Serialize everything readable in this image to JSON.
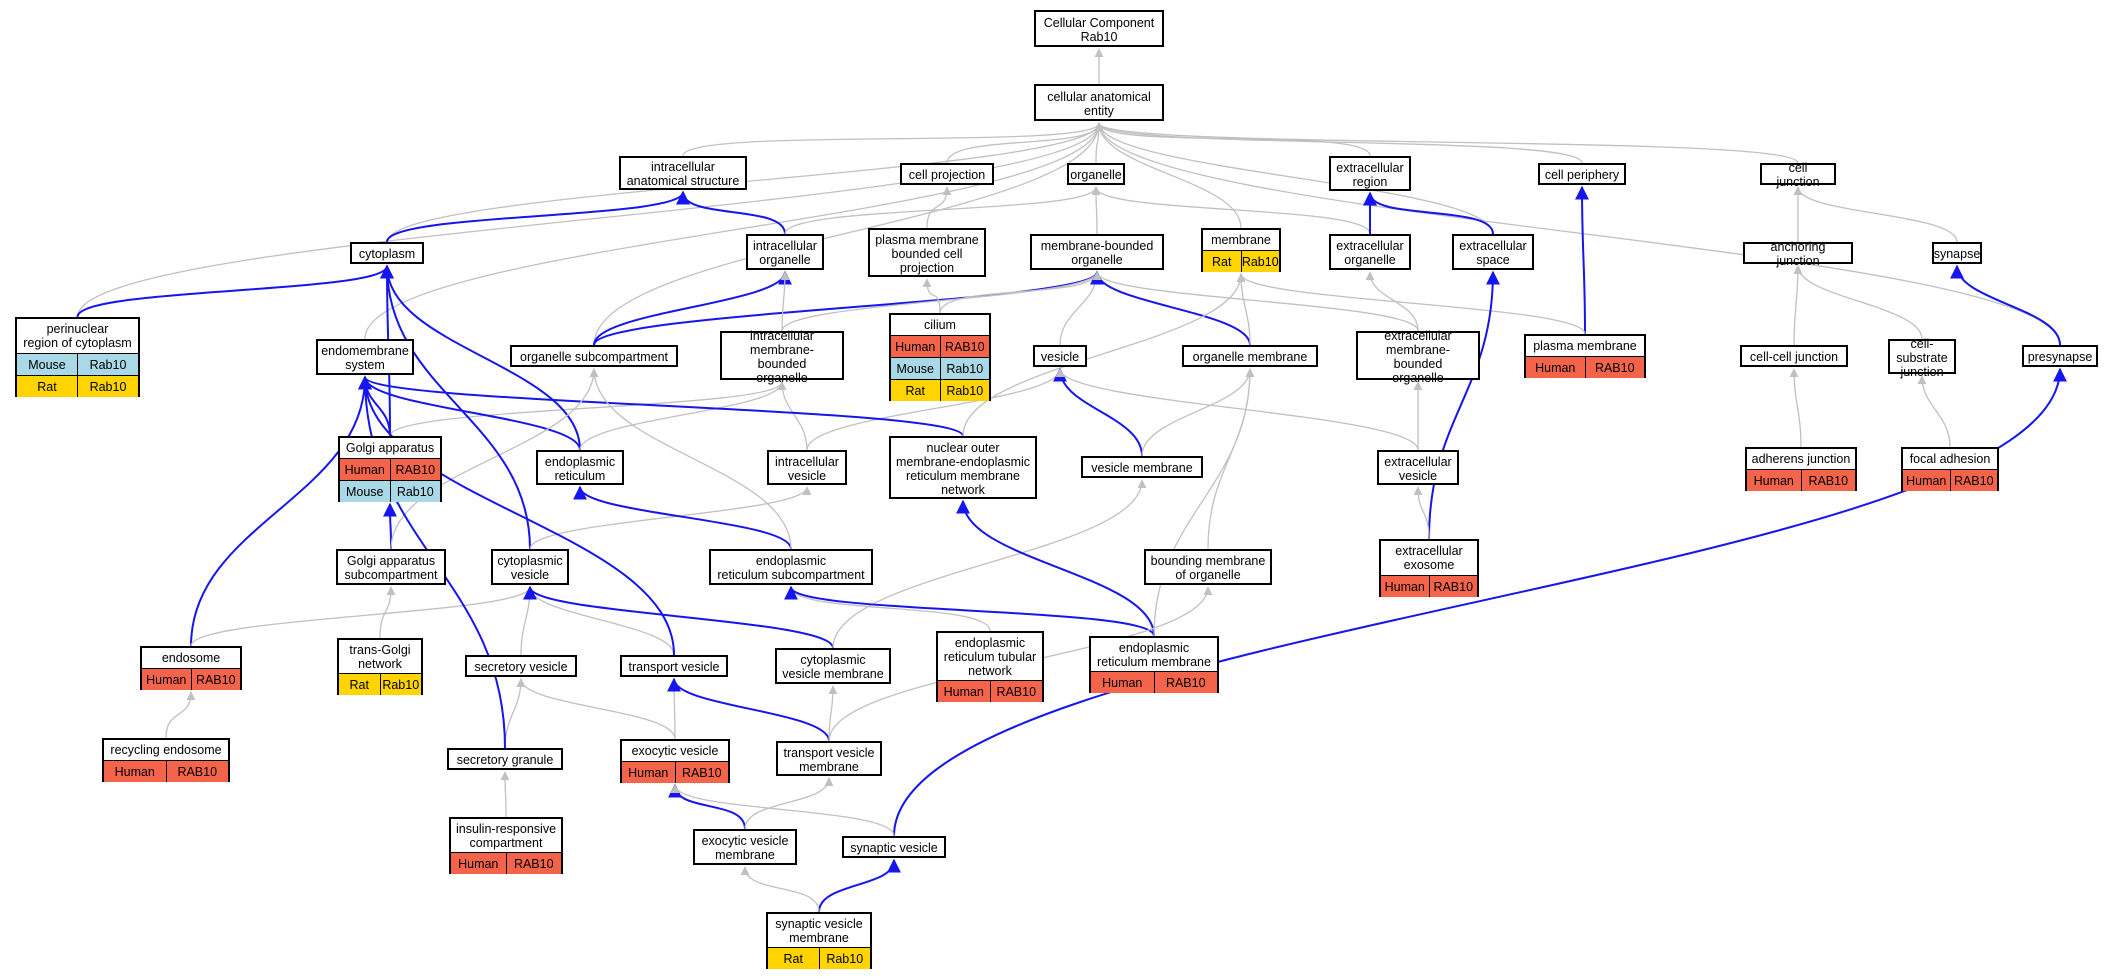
{
  "colors": {
    "human": "#f4644a",
    "mouse": "#a9d8e6",
    "rat": "#ffd400",
    "is_a_edge": "#c0c0c0",
    "part_of_edge": "#1515ee"
  },
  "nodes": [
    {
      "id": "root",
      "label": "Cellular Component\nRab10"
    },
    {
      "id": "cae",
      "label": "cellular anatomical\nentity"
    },
    {
      "id": "ias",
      "label": "intracellular\nanatomical structure"
    },
    {
      "id": "cellproj",
      "label": "cell projection"
    },
    {
      "id": "organelle",
      "label": "organelle"
    },
    {
      "id": "extreg",
      "label": "extracellular\nregion"
    },
    {
      "id": "cellper",
      "label": "cell periphery"
    },
    {
      "id": "celljunc",
      "label": "cell junction"
    },
    {
      "id": "cytoplasm",
      "label": "cytoplasm"
    },
    {
      "id": "intorg",
      "label": "intracellular\norganelle"
    },
    {
      "id": "pmbcp",
      "label": "plasma membrane\nbounded cell\nprojection"
    },
    {
      "id": "mbo",
      "label": "membrane-bounded\norganelle"
    },
    {
      "id": "membrane",
      "label": "membrane",
      "rows": [
        [
          "Rat",
          "Rab10"
        ]
      ]
    },
    {
      "id": "extorg",
      "label": "extracellular\norganelle"
    },
    {
      "id": "extspace",
      "label": "extracellular\nspace"
    },
    {
      "id": "anchjunc",
      "label": "anchoring junction"
    },
    {
      "id": "synapse",
      "label": "synapse"
    },
    {
      "id": "perinuc",
      "label": "perinuclear\nregion of cytoplasm",
      "rows": [
        [
          "Mouse",
          "Rab10"
        ],
        [
          "Rat",
          "Rab10"
        ]
      ]
    },
    {
      "id": "endosys",
      "label": "endomembrane\nsystem"
    },
    {
      "id": "orgsub",
      "label": "organelle subcompartment"
    },
    {
      "id": "imbo",
      "label": "intracellular\nmembrane-bounded\norganelle"
    },
    {
      "id": "cilium",
      "label": "cilium",
      "rows": [
        [
          "Human",
          "RAB10"
        ],
        [
          "Mouse",
          "Rab10"
        ],
        [
          "Rat",
          "Rab10"
        ]
      ]
    },
    {
      "id": "vesicle",
      "label": "vesicle"
    },
    {
      "id": "orgmem",
      "label": "organelle membrane"
    },
    {
      "id": "embo",
      "label": "extracellular\nmembrane-bounded\norganelle"
    },
    {
      "id": "plasmamem",
      "label": "plasma membrane",
      "rows": [
        [
          "Human",
          "RAB10"
        ]
      ]
    },
    {
      "id": "ccjunc",
      "label": "cell-cell junction"
    },
    {
      "id": "csjunc",
      "label": "cell-substrate\njunction"
    },
    {
      "id": "presyn",
      "label": "presynapse"
    },
    {
      "id": "golgi",
      "label": "Golgi apparatus",
      "rows": [
        [
          "Human",
          "RAB10"
        ],
        [
          "Mouse",
          "Rab10"
        ]
      ]
    },
    {
      "id": "er",
      "label": "endoplasmic\nreticulum"
    },
    {
      "id": "intves",
      "label": "intracellular\nvesicle"
    },
    {
      "id": "nomer",
      "label": "nuclear outer\nmembrane-endoplasmic\nreticulum membrane\nnetwork"
    },
    {
      "id": "vesmem",
      "label": "vesicle membrane"
    },
    {
      "id": "extves",
      "label": "extracellular\nvesicle"
    },
    {
      "id": "adhjunc",
      "label": "adherens junction",
      "rows": [
        [
          "Human",
          "RAB10"
        ]
      ]
    },
    {
      "id": "focadh",
      "label": "focal adhesion",
      "rows": [
        [
          "Human",
          "RAB10"
        ]
      ]
    },
    {
      "id": "golgisub",
      "label": "Golgi apparatus\nsubcompartment"
    },
    {
      "id": "cytves",
      "label": "cytoplasmic\nvesicle"
    },
    {
      "id": "ersub",
      "label": "endoplasmic\nreticulum subcompartment"
    },
    {
      "id": "bmo",
      "label": "bounding membrane\nof organelle"
    },
    {
      "id": "exosome",
      "label": "extracellular\nexosome",
      "rows": [
        [
          "Human",
          "RAB10"
        ]
      ]
    },
    {
      "id": "endosome",
      "label": "endosome",
      "rows": [
        [
          "Human",
          "RAB10"
        ]
      ]
    },
    {
      "id": "tgn",
      "label": "trans-Golgi\nnetwork",
      "rows": [
        [
          "Rat",
          "Rab10"
        ]
      ]
    },
    {
      "id": "secves",
      "label": "secretory vesicle"
    },
    {
      "id": "transves",
      "label": "transport vesicle"
    },
    {
      "id": "cvm",
      "label": "cytoplasmic\nvesicle membrane"
    },
    {
      "id": "ertub",
      "label": "endoplasmic\nreticulum tubular\nnetwork",
      "rows": [
        [
          "Human",
          "RAB10"
        ]
      ]
    },
    {
      "id": "ermem",
      "label": "endoplasmic\nreticulum membrane",
      "rows": [
        [
          "Human",
          "RAB10"
        ]
      ]
    },
    {
      "id": "recendo",
      "label": "recycling endosome",
      "rows": [
        [
          "Human",
          "RAB10"
        ]
      ]
    },
    {
      "id": "secgran",
      "label": "secretory granule"
    },
    {
      "id": "exoves",
      "label": "exocytic vesicle",
      "rows": [
        [
          "Human",
          "RAB10"
        ]
      ]
    },
    {
      "id": "tvm",
      "label": "transport vesicle\nmembrane"
    },
    {
      "id": "irc",
      "label": "insulin-responsive\ncompartment",
      "rows": [
        [
          "Human",
          "RAB10"
        ]
      ]
    },
    {
      "id": "evm",
      "label": "exocytic vesicle\nmembrane"
    },
    {
      "id": "synves",
      "label": "synaptic vesicle"
    },
    {
      "id": "svm",
      "label": "synaptic vesicle\nmembrane",
      "rows": [
        [
          "Rat",
          "Rab10"
        ]
      ]
    }
  ],
  "edges": [
    {
      "from": "cae",
      "to": "root",
      "kind": "is_a"
    },
    {
      "from": "ias",
      "to": "cae",
      "kind": "is_a"
    },
    {
      "from": "cellproj",
      "to": "cae",
      "kind": "is_a"
    },
    {
      "from": "organelle",
      "to": "cae",
      "kind": "is_a"
    },
    {
      "from": "extreg",
      "to": "cae",
      "kind": "is_a"
    },
    {
      "from": "cellper",
      "to": "cae",
      "kind": "is_a"
    },
    {
      "from": "celljunc",
      "to": "cae",
      "kind": "is_a"
    },
    {
      "from": "cytoplasm",
      "to": "cae",
      "kind": "is_a"
    },
    {
      "from": "membrane",
      "to": "cae",
      "kind": "is_a"
    },
    {
      "from": "extspace",
      "to": "cae",
      "kind": "is_a"
    },
    {
      "from": "perinuc",
      "to": "cae",
      "kind": "is_a"
    },
    {
      "from": "endosys",
      "to": "cae",
      "kind": "is_a"
    },
    {
      "from": "orgsub",
      "to": "cae",
      "kind": "is_a"
    },
    {
      "from": "presyn",
      "to": "cae",
      "kind": "is_a"
    },
    {
      "from": "cytoplasm",
      "to": "ias",
      "kind": "part_of"
    },
    {
      "from": "intorg",
      "to": "ias",
      "kind": "part_of"
    },
    {
      "from": "intorg",
      "to": "organelle",
      "kind": "is_a"
    },
    {
      "from": "pmbcp",
      "to": "cellproj",
      "kind": "is_a"
    },
    {
      "from": "mbo",
      "to": "organelle",
      "kind": "is_a"
    },
    {
      "from": "extorg",
      "to": "organelle",
      "kind": "is_a"
    },
    {
      "from": "extorg",
      "to": "extreg",
      "kind": "part_of"
    },
    {
      "from": "extspace",
      "to": "extreg",
      "kind": "part_of"
    },
    {
      "from": "plasmamem",
      "to": "cellper",
      "kind": "part_of"
    },
    {
      "from": "anchjunc",
      "to": "celljunc",
      "kind": "is_a"
    },
    {
      "from": "synapse",
      "to": "celljunc",
      "kind": "is_a"
    },
    {
      "from": "perinuc",
      "to": "cytoplasm",
      "kind": "part_of"
    },
    {
      "from": "orgsub",
      "to": "intorg",
      "kind": "part_of"
    },
    {
      "from": "orgsub",
      "to": "mbo",
      "kind": "part_of"
    },
    {
      "from": "imbo",
      "to": "intorg",
      "kind": "is_a"
    },
    {
      "from": "imbo",
      "to": "mbo",
      "kind": "is_a"
    },
    {
      "from": "cilium",
      "to": "pmbcp",
      "kind": "is_a"
    },
    {
      "from": "cilium",
      "to": "mbo",
      "kind": "is_a"
    },
    {
      "from": "vesicle",
      "to": "mbo",
      "kind": "is_a"
    },
    {
      "from": "orgmem",
      "to": "mbo",
      "kind": "part_of"
    },
    {
      "from": "orgmem",
      "to": "membrane",
      "kind": "is_a"
    },
    {
      "from": "embo",
      "to": "extorg",
      "kind": "is_a"
    },
    {
      "from": "embo",
      "to": "mbo",
      "kind": "is_a"
    },
    {
      "from": "plasmamem",
      "to": "membrane",
      "kind": "is_a"
    },
    {
      "from": "ccjunc",
      "to": "anchjunc",
      "kind": "is_a"
    },
    {
      "from": "csjunc",
      "to": "anchjunc",
      "kind": "is_a"
    },
    {
      "from": "presyn",
      "to": "synapse",
      "kind": "part_of"
    },
    {
      "from": "golgi",
      "to": "cytoplasm",
      "kind": "part_of"
    },
    {
      "from": "golgi",
      "to": "endosys",
      "kind": "part_of"
    },
    {
      "from": "golgi",
      "to": "imbo",
      "kind": "is_a"
    },
    {
      "from": "er",
      "to": "cytoplasm",
      "kind": "part_of"
    },
    {
      "from": "er",
      "to": "endosys",
      "kind": "part_of"
    },
    {
      "from": "er",
      "to": "imbo",
      "kind": "is_a"
    },
    {
      "from": "intves",
      "to": "imbo",
      "kind": "is_a"
    },
    {
      "from": "intves",
      "to": "vesicle",
      "kind": "is_a"
    },
    {
      "from": "nomer",
      "to": "endosys",
      "kind": "part_of"
    },
    {
      "from": "nomer",
      "to": "membrane",
      "kind": "is_a"
    },
    {
      "from": "vesmem",
      "to": "vesicle",
      "kind": "part_of"
    },
    {
      "from": "vesmem",
      "to": "orgmem",
      "kind": "is_a"
    },
    {
      "from": "extves",
      "to": "embo",
      "kind": "is_a"
    },
    {
      "from": "extves",
      "to": "vesicle",
      "kind": "is_a"
    },
    {
      "from": "adhjunc",
      "to": "ccjunc",
      "kind": "is_a"
    },
    {
      "from": "focadh",
      "to": "csjunc",
      "kind": "is_a"
    },
    {
      "from": "golgisub",
      "to": "golgi",
      "kind": "part_of"
    },
    {
      "from": "golgisub",
      "to": "orgsub",
      "kind": "is_a"
    },
    {
      "from": "cytves",
      "to": "cytoplasm",
      "kind": "part_of"
    },
    {
      "from": "cytves",
      "to": "intves",
      "kind": "is_a"
    },
    {
      "from": "ersub",
      "to": "er",
      "kind": "part_of"
    },
    {
      "from": "ersub",
      "to": "orgsub",
      "kind": "is_a"
    },
    {
      "from": "bmo",
      "to": "orgmem",
      "kind": "is_a"
    },
    {
      "from": "exosome",
      "to": "extspace",
      "kind": "part_of"
    },
    {
      "from": "exosome",
      "to": "extves",
      "kind": "is_a"
    },
    {
      "from": "endosome",
      "to": "endosys",
      "kind": "part_of"
    },
    {
      "from": "endosome",
      "to": "cytves",
      "kind": "is_a"
    },
    {
      "from": "tgn",
      "to": "golgisub",
      "kind": "is_a"
    },
    {
      "from": "secves",
      "to": "cytves",
      "kind": "is_a"
    },
    {
      "from": "transves",
      "to": "cytves",
      "kind": "is_a"
    },
    {
      "from": "transves",
      "to": "endosys",
      "kind": "part_of"
    },
    {
      "from": "cvm",
      "to": "cytves",
      "kind": "part_of"
    },
    {
      "from": "cvm",
      "to": "vesmem",
      "kind": "is_a"
    },
    {
      "from": "ertub",
      "to": "ersub",
      "kind": "is_a"
    },
    {
      "from": "ermem",
      "to": "ersub",
      "kind": "part_of"
    },
    {
      "from": "ermem",
      "to": "nomer",
      "kind": "part_of"
    },
    {
      "from": "ermem",
      "to": "orgmem",
      "kind": "is_a"
    },
    {
      "from": "recendo",
      "to": "endosome",
      "kind": "is_a"
    },
    {
      "from": "secgran",
      "to": "secves",
      "kind": "is_a"
    },
    {
      "from": "secgran",
      "to": "endosys",
      "kind": "part_of"
    },
    {
      "from": "exoves",
      "to": "secves",
      "kind": "is_a"
    },
    {
      "from": "exoves",
      "to": "transves",
      "kind": "is_a"
    },
    {
      "from": "tvm",
      "to": "transves",
      "kind": "part_of"
    },
    {
      "from": "tvm",
      "to": "cvm",
      "kind": "is_a"
    },
    {
      "from": "tvm",
      "to": "bmo",
      "kind": "is_a"
    },
    {
      "from": "irc",
      "to": "secgran",
      "kind": "is_a"
    },
    {
      "from": "evm",
      "to": "exoves",
      "kind": "part_of"
    },
    {
      "from": "evm",
      "to": "tvm",
      "kind": "is_a"
    },
    {
      "from": "synves",
      "to": "presyn",
      "kind": "part_of"
    },
    {
      "from": "synves",
      "to": "exoves",
      "kind": "is_a"
    },
    {
      "from": "svm",
      "to": "synves",
      "kind": "part_of"
    },
    {
      "from": "svm",
      "to": "evm",
      "kind": "is_a"
    }
  ]
}
